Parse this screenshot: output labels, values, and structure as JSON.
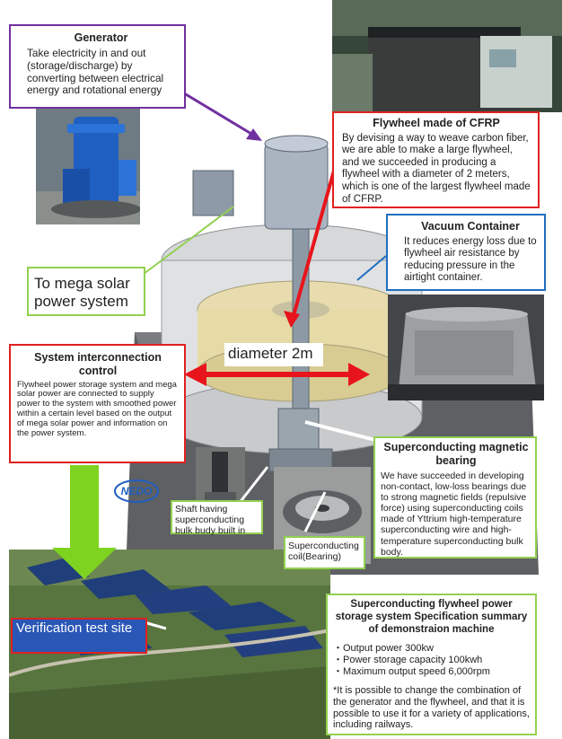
{
  "generator": {
    "title": "Generator",
    "body": "Take electricity in and out (storage/discharge) by converting between electrical energy and rotational energy",
    "border_color": "#7030a0"
  },
  "flywheel": {
    "title": "Flywheel made of CFRP",
    "body": "By devising a way to weave carbon fiber, we are able to make a large flywheel, and we succeeded in producing a flywheel with a diameter of 2 meters, which is one of the largest flywheel made of CFRP.",
    "border_color": "#e02020"
  },
  "vacuum": {
    "title": "Vacuum Container",
    "body": "It reduces energy loss due to flywheel air resistance by reducing pressure in the airtight container.",
    "border_color": "#1f6fc0"
  },
  "mega_solar": {
    "text": "To mega solar power system",
    "border_color": "#92d050"
  },
  "interconnection": {
    "title": "System interconnection control",
    "body": "Flywheel power storage system and mega solar power are connected to supply power to the system with smoothed power within a certain level based on the output of mega solar power and information on the power system.",
    "border_color": "#e02020"
  },
  "diameter": {
    "text": "diameter 2m"
  },
  "bearing": {
    "title": "Superconducting magnetic bearing",
    "body": "We have succeeded in developing non-contact, low-loss bearings due to strong magnetic fields (repulsive force) using superconducting coils made of Yttrium high-temperature superconducting wire and high-temperature superconducting bulk body.",
    "border_color": "#92d050"
  },
  "nedo": {
    "text": "NEDO"
  },
  "shaft": {
    "text": "Shaft having superconducting bulk budy built in"
  },
  "coil": {
    "text": "Superconducting coil(Bearing)"
  },
  "verification": {
    "text": "Verification test site",
    "border_color": "#e02020"
  },
  "spec": {
    "title": "Superconducting flywheel power storage system Specification summary of demonstraion machine",
    "items": [
      "・Output power 300kw",
      "・Power storage capacity 100kwh",
      "・Maximum output speed 6,000rpm"
    ],
    "note": "*It is possible to change the combination of the generator and the flywheel, and that it is possible to use it for a variety of applications, including railways.",
    "border_color": "#92d050"
  },
  "colors": {
    "green_arrow": "#7ed321",
    "red_arrow": "#e8141b",
    "purple_arrow": "#7030a0"
  }
}
